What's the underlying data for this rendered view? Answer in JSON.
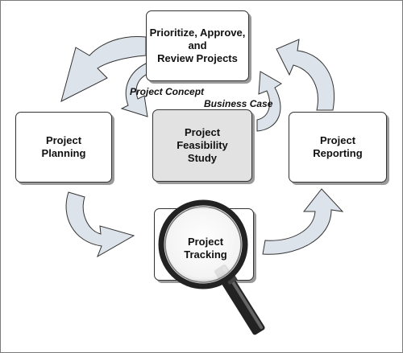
{
  "boxes": {
    "prioritize": "Prioritize, Approve,\nand\nReview Projects",
    "planning": "Project\nPlanning",
    "feasibility": "Project\nFeasibility\nStudy",
    "reporting": "Project\nReporting",
    "tracking": "Project\nTracking"
  },
  "edge_labels": {
    "project_concept": "Project Concept",
    "business_case": "Business Case"
  },
  "colors": {
    "arrow_fill": "#dde3ea",
    "box_shaded": "#e2e2e2",
    "outline": "#333333"
  },
  "icons": {
    "tracking": "magnifying-glass-icon"
  }
}
